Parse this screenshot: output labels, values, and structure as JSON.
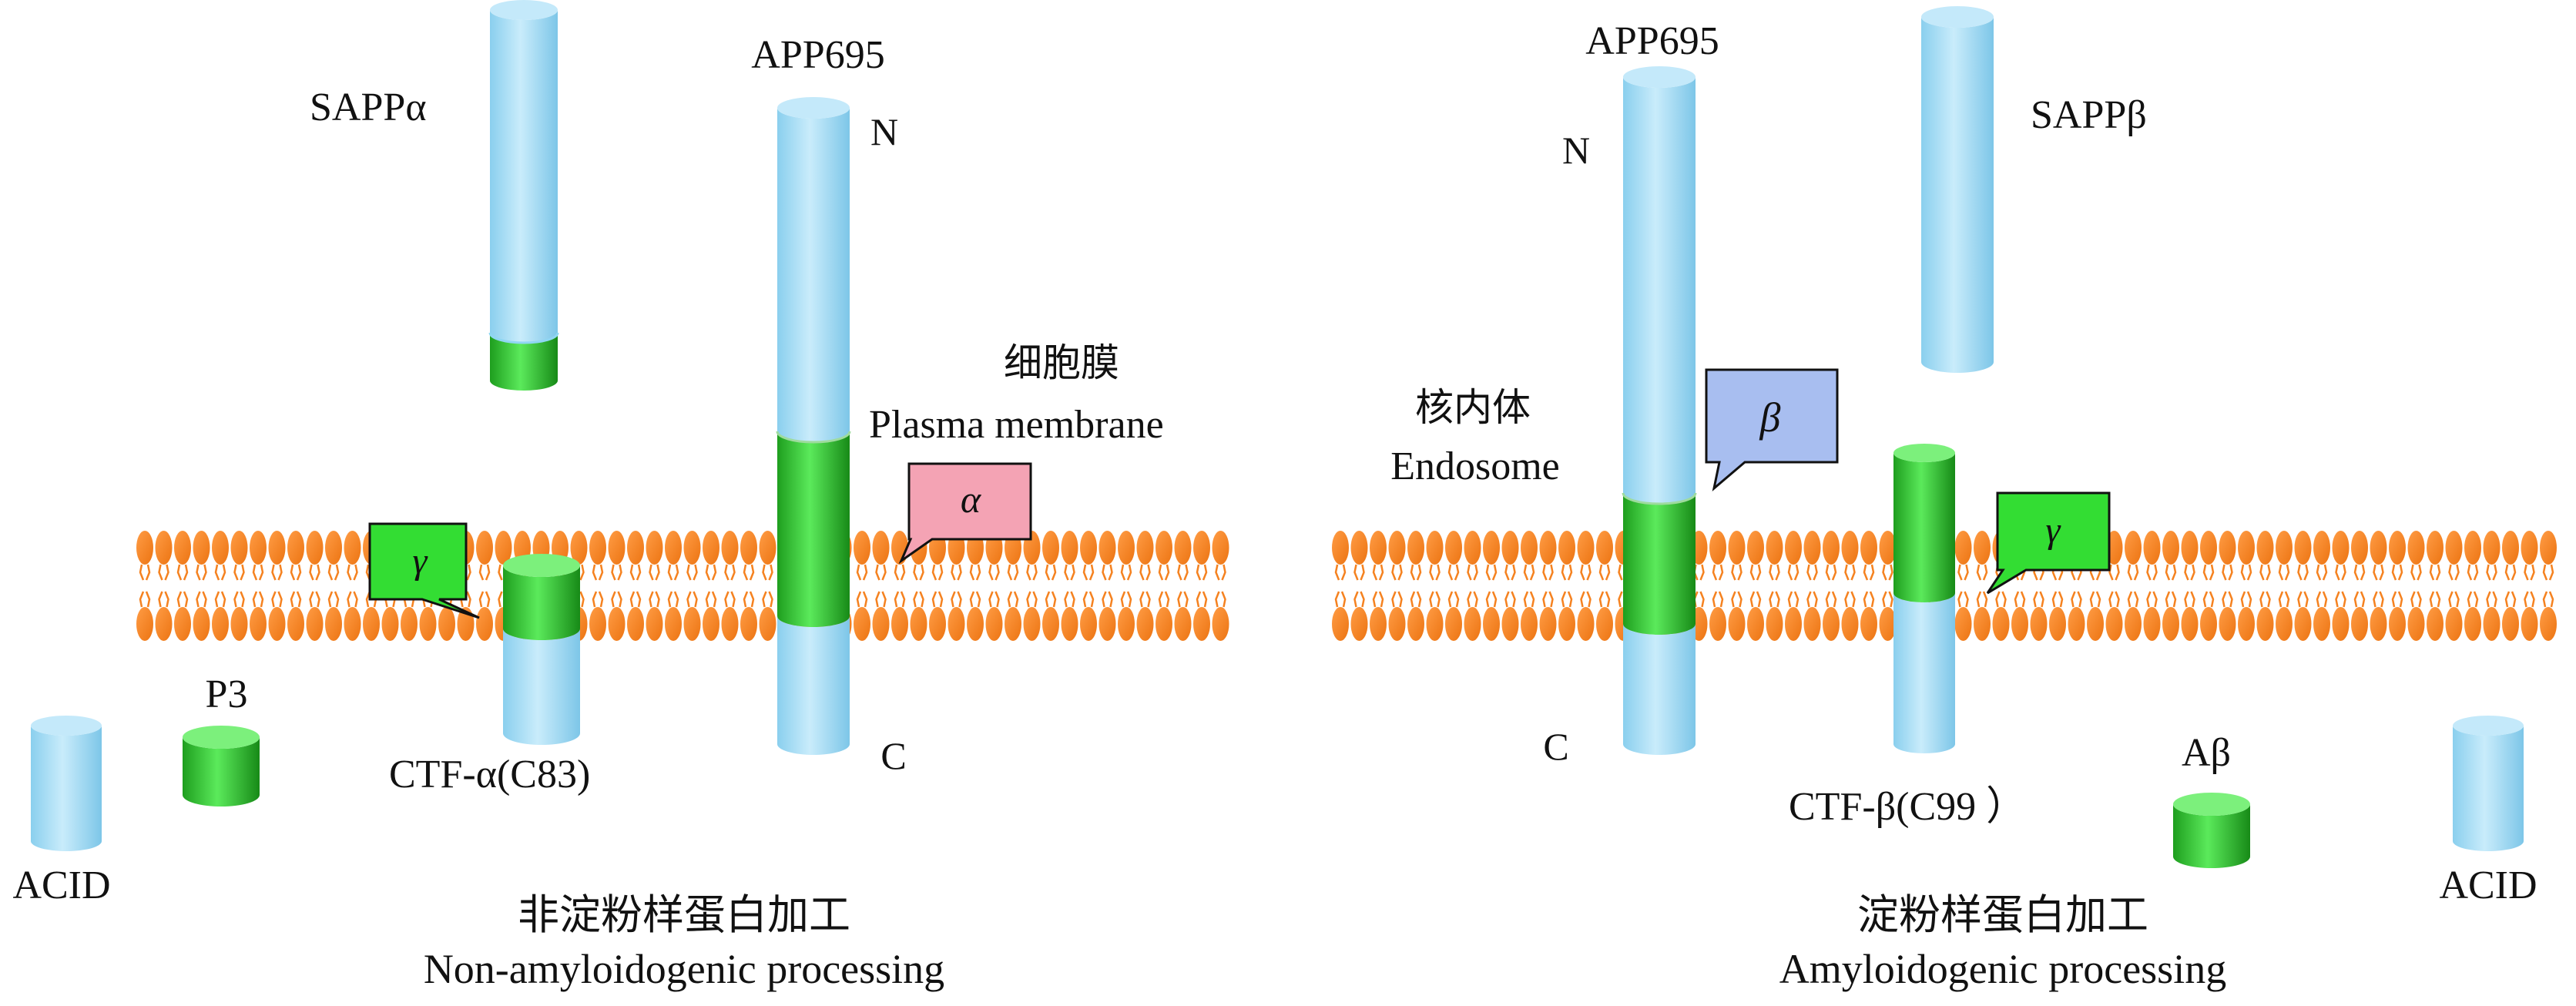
{
  "left_panel": {
    "protein": "APP695",
    "n_terminus": "N",
    "c_terminus": "C",
    "fragment": "SAPP",
    "fragment_greek": "α",
    "membrane_zh": "细胞膜",
    "membrane_en": "Plasma membrane",
    "alpha_secretase": "α",
    "gamma_secretase": "γ",
    "p3": "P3",
    "ctf_prefix": "CTF-",
    "ctf_greek": "α",
    "ctf_suffix": "(C83)",
    "acid": "ACID",
    "caption_zh": "非淀粉样蛋白加工",
    "caption_en": "Non-amyloidogenic processing"
  },
  "right_panel": {
    "protein": "APP695",
    "n_terminus": "N",
    "c_terminus": "C",
    "fragment": "SAPP",
    "fragment_greek": "β",
    "endosome_zh": "核内体",
    "endosome_en": "Endosome",
    "beta_secretase": "β",
    "gamma_secretase": "γ",
    "abeta_prefix": "A",
    "abeta_greek": "β",
    "ctf_prefix": "CTF-",
    "ctf_greek": "β",
    "ctf_suffix": "(C99 ）",
    "acid": "ACID",
    "caption_zh": "淀粉样蛋白加工",
    "caption_en": "Amyloidogenic processing"
  },
  "colors": {
    "membrane": "#F58220",
    "protein_blue": "#A6DDF5",
    "protein_green": "#33CC33",
    "alpha_callout": "#F4A3B4",
    "beta_callout": "#A8BEF0",
    "gamma_callout": "#33DD33"
  }
}
